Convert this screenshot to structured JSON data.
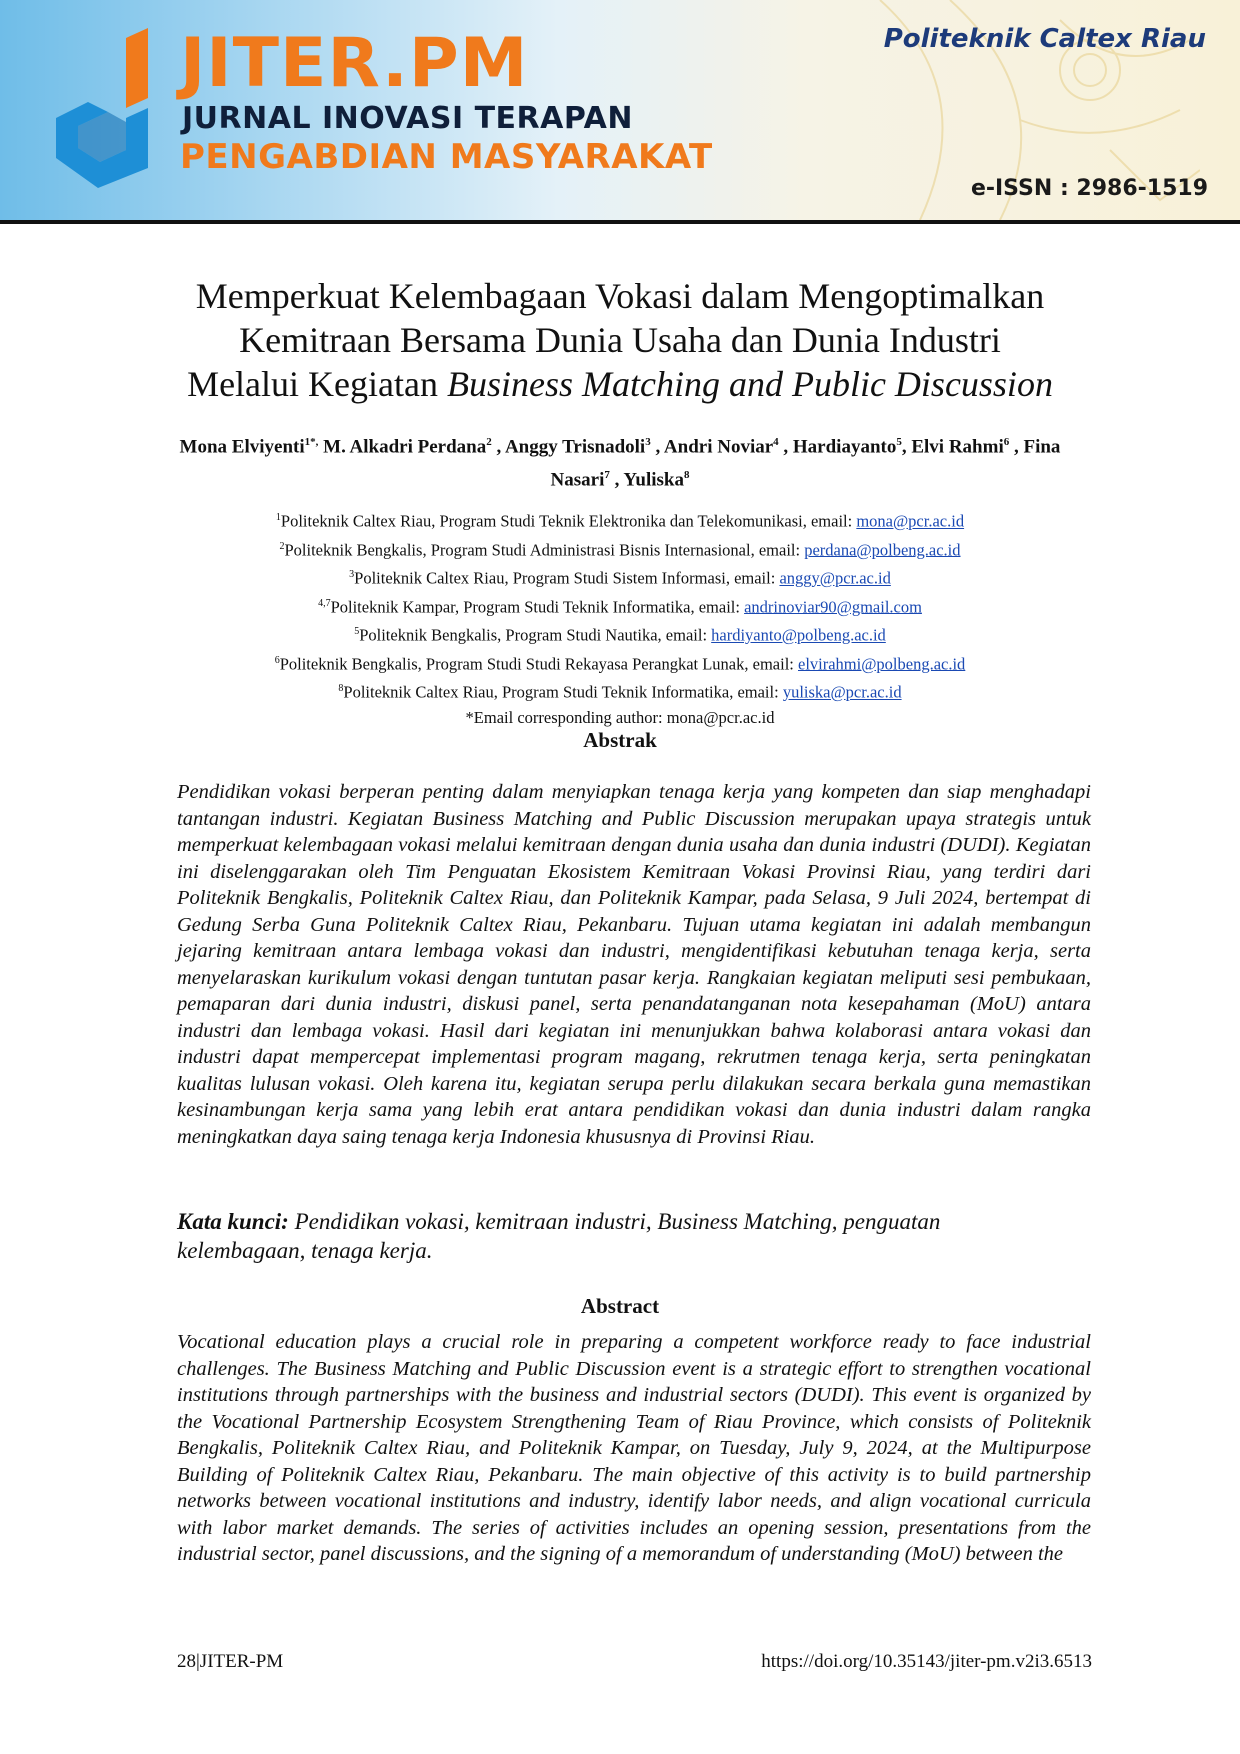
{
  "header": {
    "journal_abbrev": "JITER.PM",
    "journal_name_line1": "JURNAL INOVASI TERAPAN",
    "journal_name_line2": "PENGABDIAN MASYARAKAT",
    "publisher": "Politeknik Caltex Riau",
    "issn": "e-ISSN : 2986-1519",
    "colors": {
      "orange": "#f07a1c",
      "blue": "#1e8fd6",
      "navy": "#0f1f3a"
    }
  },
  "title": {
    "line1": "Memperkuat Kelembagaan Vokasi dalam Mengoptimalkan",
    "line2": "Kemitraan Bersama Dunia Usaha dan Dunia Industri",
    "line3_prefix": "Melalui Kegiatan ",
    "line3_italic": "Business Matching and Public Discussion"
  },
  "authors": [
    {
      "name": "Mona Elviyenti",
      "sup": "1*,",
      "sep": " "
    },
    {
      "name": "M. Alkadri Perdana",
      "sup": "2",
      "sep": " , "
    },
    {
      "name": "Anggy Trisnadoli",
      "sup": "3",
      "sep": " , "
    },
    {
      "name": "Andri Noviar",
      "sup": "4",
      "sep": " , "
    },
    {
      "name": "Hardiayanto",
      "sup": "5",
      "sep": ", "
    },
    {
      "name": "Elvi Rahmi",
      "sup": "6",
      "sep": " , "
    },
    {
      "name": "Fina Nasari",
      "sup": "7",
      "sep": " , "
    },
    {
      "name": "Yuliska",
      "sup": "8",
      "sep": ""
    }
  ],
  "affiliations": [
    {
      "sup": "1",
      "text": "Politeknik Caltex Riau, Program Studi Teknik Elektronika dan Telekomunikasi, email: ",
      "email": "mona@pcr.ac.id"
    },
    {
      "sup": "2",
      "text": "Politeknik Bengkalis, Program Studi Administrasi Bisnis Internasional, email: ",
      "email": "perdana@polbeng.ac.id"
    },
    {
      "sup": "3",
      "text": "Politeknik Caltex Riau, Program Studi Sistem Informasi, email: ",
      "email": "anggy@pcr.ac.id"
    },
    {
      "sup": "4,7",
      "text": "Politeknik Kampar, Program Studi Teknik Informatika, email: ",
      "email": "andrinoviar90@gmail.com"
    },
    {
      "sup": "5",
      "text": "Politeknik Bengkalis, Program Studi Nautika, email: ",
      "email": "hardiyanto@polbeng.ac.id"
    },
    {
      "sup": "6",
      "text": "Politeknik Bengkalis, Program Studi Studi Rekayasa Perangkat Lunak, email: ",
      "email": "elvirahmi@polbeng.ac.id"
    },
    {
      "sup": "8",
      "text": "Politeknik Caltex Riau, Program Studi Teknik Informatika, email: ",
      "email": "yuliska@pcr.ac.id"
    }
  ],
  "corresponding": "*Email corresponding author: mona@pcr.ac.id",
  "abstrak": {
    "heading": "Abstrak",
    "body": "Pendidikan vokasi berperan penting dalam menyiapkan tenaga kerja yang kompeten dan siap menghadapi tantangan industri. Kegiatan Business Matching and Public Discussion merupakan upaya strategis untuk memperkuat kelembagaan vokasi melalui kemitraan dengan dunia usaha dan dunia industri (DUDI). Kegiatan ini diselenggarakan oleh Tim Penguatan Ekosistem Kemitraan Vokasi Provinsi Riau, yang terdiri dari Politeknik Bengkalis, Politeknik Caltex Riau, dan Politeknik Kampar, pada Selasa, 9 Juli 2024, bertempat di Gedung Serba Guna Politeknik Caltex Riau, Pekanbaru. Tujuan utama kegiatan ini adalah membangun jejaring kemitraan antara lembaga vokasi dan industri, mengidentifikasi kebutuhan tenaga kerja, serta menyelaraskan kurikulum vokasi dengan tuntutan pasar kerja. Rangkaian kegiatan meliputi sesi pembukaan, pemaparan dari dunia industri, diskusi panel, serta penandatanganan nota kesepahaman (MoU) antara industri dan lembaga vokasi. Hasil dari kegiatan ini menunjukkan bahwa kolaborasi antara vokasi dan industri dapat mempercepat implementasi program magang, rekrutmen tenaga kerja, serta peningkatan kualitas lulusan vokasi. Oleh karena itu, kegiatan serupa perlu dilakukan secara berkala guna memastikan kesinambungan kerja sama yang lebih erat antara pendidikan vokasi dan dunia industri dalam rangka meningkatkan daya saing tenaga kerja Indonesia khususnya di Provinsi Riau."
  },
  "keywords": {
    "label": "Kata kunci:",
    "text": " Pendidikan vokasi, kemitraan industri, Business Matching, penguatan kelembagaan, tenaga kerja."
  },
  "abstract_en": {
    "heading": "Abstract",
    "body": "Vocational education plays a crucial role in preparing a competent workforce ready to face industrial challenges. The Business Matching and Public Discussion event is a strategic effort to strengthen vocational institutions through partnerships with the business and industrial sectors (DUDI). This event is organized by the Vocational Partnership Ecosystem Strengthening Team of Riau Province, which consists of Politeknik Bengkalis, Politeknik Caltex Riau, and Politeknik Kampar, on Tuesday, July 9, 2024, at the Multipurpose Building of Politeknik Caltex Riau, Pekanbaru. The main objective of this activity is to build partnership networks between vocational institutions and industry, identify labor needs, and align vocational curricula with labor market demands. The series of activities includes an opening session, presentations from the industrial sector, panel discussions, and the signing of a memorandum of understanding (MoU) between the"
  },
  "footer": {
    "left": "28|JITER-PM",
    "right": "https://doi.org/10.35143/jiter-pm.v2i3.6513"
  }
}
